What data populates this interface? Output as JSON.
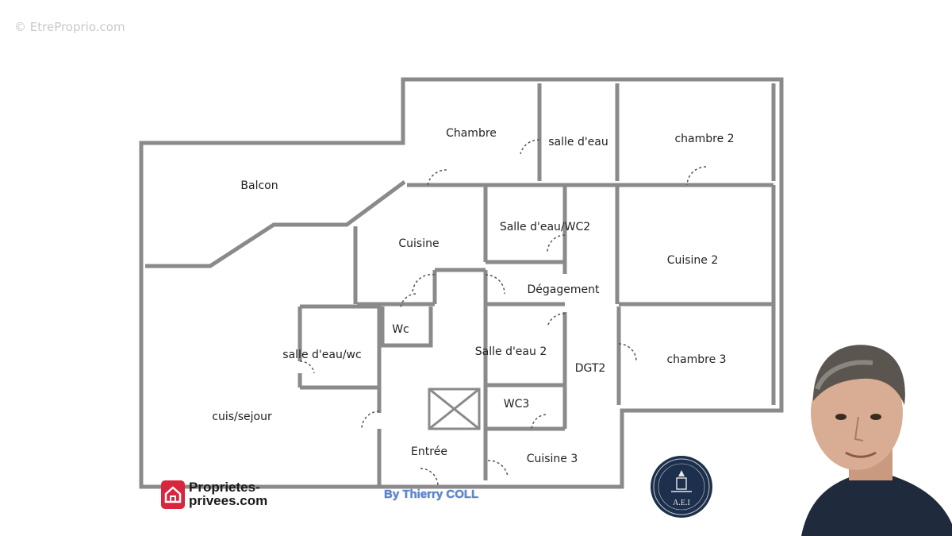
{
  "watermark": "© EtreProprio.com",
  "rooms": {
    "chambre": "Chambre",
    "salle_deau_top": "salle d'eau",
    "chambre_2": "chambre 2",
    "balcon": "Balcon",
    "cuisine": "Cuisine",
    "salle_deau_wc2": "Salle d'eau/WC2",
    "cuisine_2": "Cuisine 2",
    "degagement": "Dégagement",
    "wc": "Wc",
    "salle_deau_wc": "salle d'eau/wc",
    "salle_deau_2": "Salle d'eau 2",
    "dgt2": "DGT2",
    "chambre_3": "chambre 3",
    "wc3": "WC3",
    "cuis_sejour": "cuis/sejour",
    "entree": "Entrée",
    "cuisine_3": "Cuisine 3"
  },
  "brand": {
    "line1": "Proprietes-",
    "line2": "privees.com"
  },
  "author": "By Thierry COLL",
  "seal": {
    "initials": "A.E.I"
  },
  "colors": {
    "wall": "#8a8a8a",
    "brand": "#d7263d",
    "author": "#5a86d6",
    "seal": "#1c2f4c"
  }
}
